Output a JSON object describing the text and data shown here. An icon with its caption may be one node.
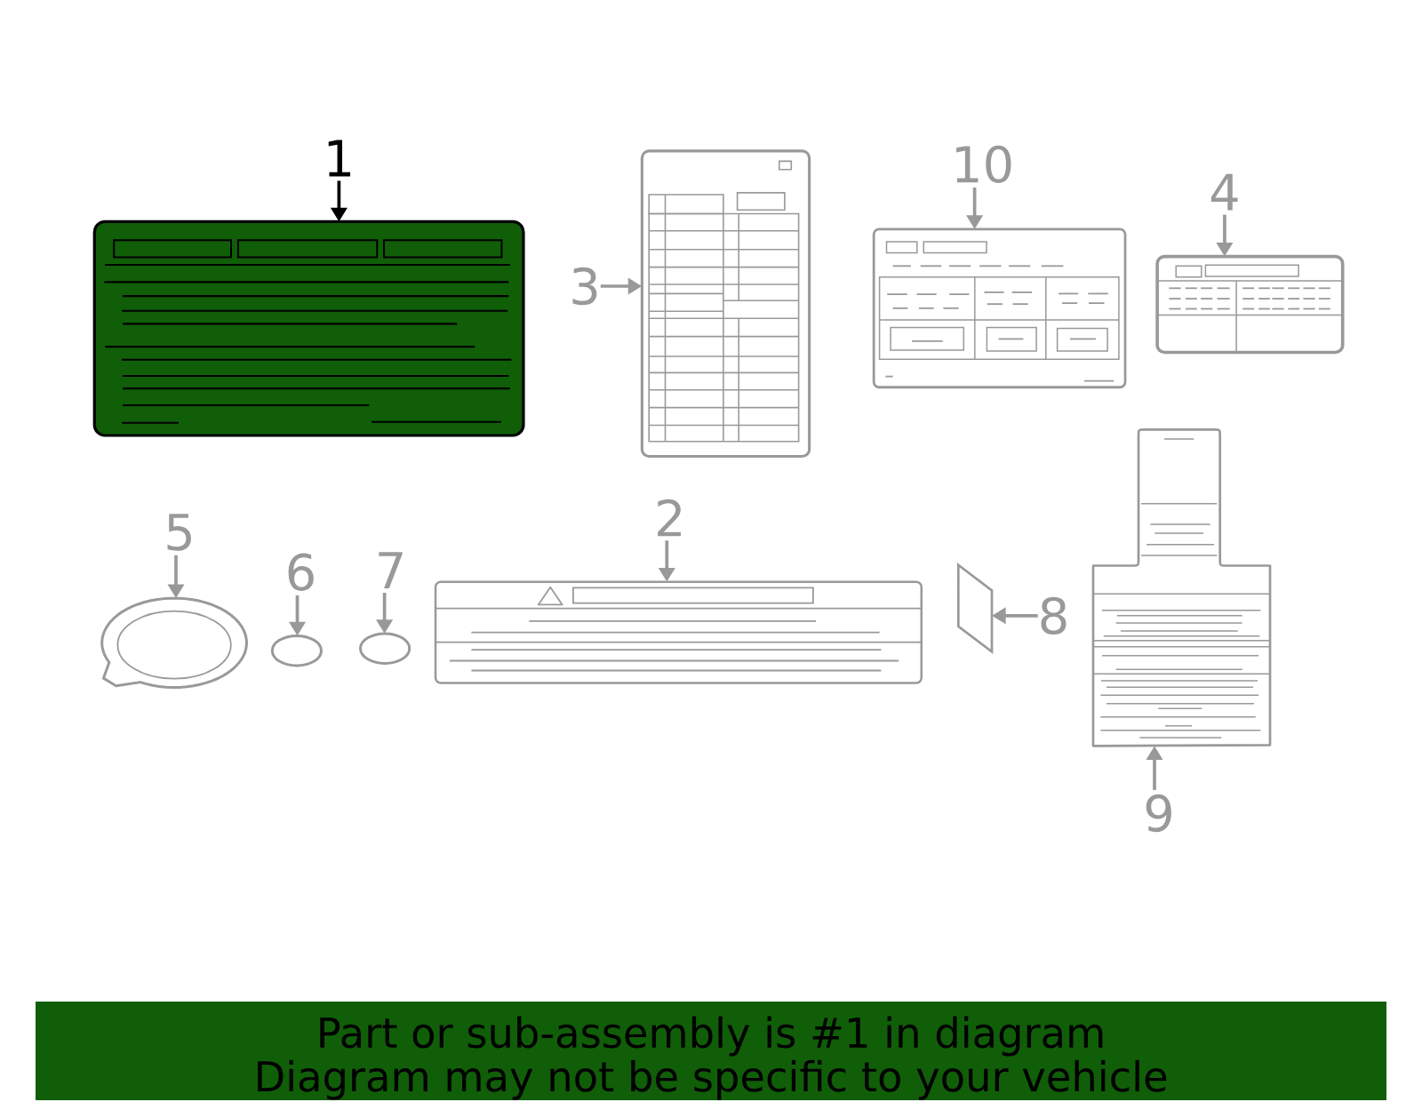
{
  "diagram": {
    "nodes": [
      {
        "text": [
          "1"
        ]
      },
      {
        "text": [],
        "shape": "picture"
      },
      {
        "text": [
          "3"
        ]
      },
      {
        "text": [],
        "shape": "picture"
      },
      {
        "text": [
          "10"
        ]
      },
      {
        "text": [],
        "shape": "picture"
      },
      {
        "text": [
          "4"
        ]
      },
      {
        "text": [],
        "shape": "picture"
      },
      {
        "text": [
          "5"
        ]
      },
      {
        "text": [],
        "shape": "picture"
      },
      {
        "text": [
          "6"
        ]
      },
      {
        "text": [],
        "shape": "circle"
      },
      {
        "text": [
          "7"
        ]
      },
      {
        "text": [],
        "shape": "circle"
      },
      {
        "text": [
          "2"
        ]
      },
      {
        "text": [],
        "shape": "picture"
      },
      {
        "text": [],
        "shape": "picture"
      },
      {
        "text": [
          "8"
        ]
      },
      {
        "text": [],
        "shape": "parallelogram"
      },
      {
        "text": [
          "9"
        ]
      },
      {
        "text": [
          "Part or sub-assembly is #1 in diagram",
          "Diagram may not be specific to your vehicle"
        ]
      }
    ],
    "edges": [
      {
        "from": 0,
        "to": 1,
        "arrow": "to",
        "color": "#000000"
      },
      {
        "from": 2,
        "to": 3,
        "arrow": "to"
      },
      {
        "from": 4,
        "to": 5,
        "arrow": "to"
      },
      {
        "from": 6,
        "to": 7,
        "arrow": "to"
      },
      {
        "from": 8,
        "to": 9,
        "arrow": "to"
      },
      {
        "from": 10,
        "to": 11,
        "arrow": "to"
      },
      {
        "from": 12,
        "to": 13,
        "arrow": "to"
      },
      {
        "from": 14,
        "to": 15,
        "arrow": "to"
      },
      {
        "from": 17,
        "to": 18,
        "arrow": "to"
      },
      {
        "from": 19,
        "to": 16,
        "arrow": "to"
      }
    ]
  }
}
